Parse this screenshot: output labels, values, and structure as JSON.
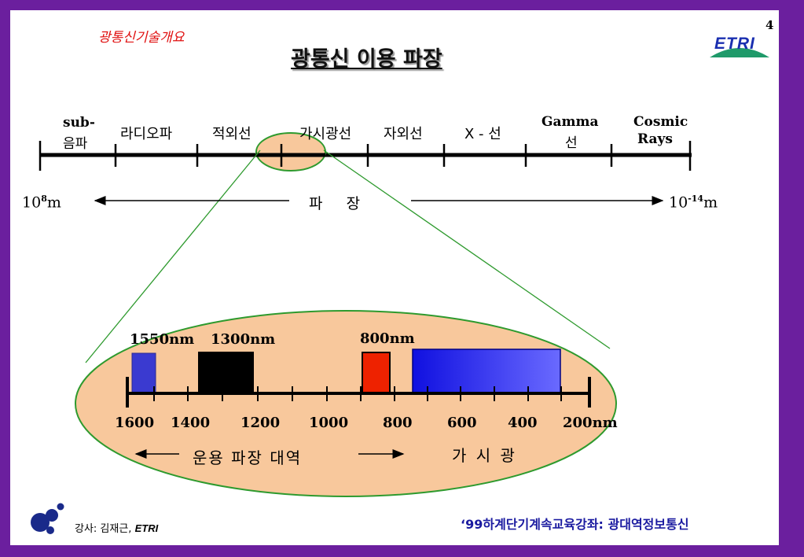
{
  "header": {
    "course_label": "광통신기술개요",
    "slide_title": "광통신 이용 파장",
    "page_number": "4",
    "logo_text": "ETRI"
  },
  "spectrum": {
    "bands": [
      {
        "line1": "sub-",
        "line2": "음파"
      },
      {
        "line1": "라디오파",
        "line2": ""
      },
      {
        "line1": "적외선",
        "line2": ""
      },
      {
        "line1": "가시광선",
        "line2": ""
      },
      {
        "line1": "자외선",
        "line2": ""
      },
      {
        "line1": "X - 선",
        "line2": ""
      },
      {
        "line1": "Gamma",
        "line2": "선"
      },
      {
        "line1": "Cosmic",
        "line2": "Rays"
      }
    ],
    "left_end": {
      "base": "10",
      "exp": "8",
      "unit": "m"
    },
    "right_end": {
      "base": "10",
      "exp": "-14",
      "unit": "m"
    },
    "axis_label": "파     장"
  },
  "zoom": {
    "marker_labels": [
      "1550nm",
      "1300nm",
      "800nm"
    ],
    "tick_labels": [
      "1600",
      "1400",
      "1200",
      "1000",
      "800",
      "600",
      "400",
      "200nm"
    ],
    "operating_band_label": "운용 파장 대역",
    "visible_label": "가 시 광",
    "colors": {
      "ellipse_fill": "#f8c89c",
      "ellipse_stroke": "#2e9a2e",
      "band_1550": "#3a3ad0",
      "band_1300": "#000000",
      "band_800": "#ee2200",
      "visible_band_from": "#1010e0",
      "visible_band_to": "#6a6aff"
    }
  },
  "footer": {
    "lecturer_prefix": "강사: 김재근,",
    "lecturer_org": "ETRI",
    "series_title": "‘99하계단기계속교육강좌: 광대역정보통신"
  }
}
